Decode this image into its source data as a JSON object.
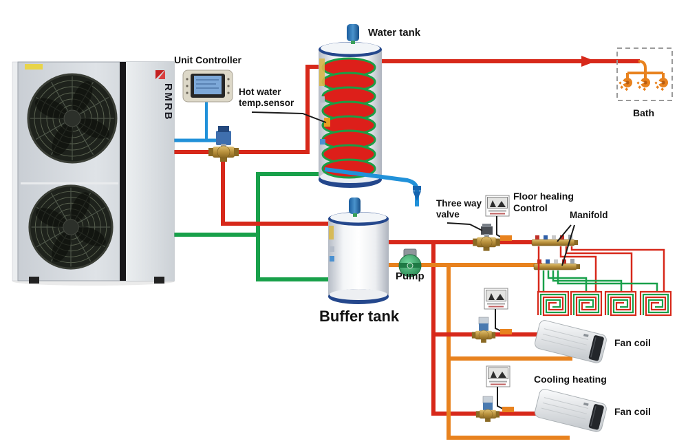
{
  "labels": {
    "unit_controller": "Unit Controller",
    "hot_water_sensor": {
      "line1": "Hot water",
      "line2": "temp.sensor"
    },
    "water_tank": "Water tank",
    "bath": "Bath",
    "three_way_valve": {
      "line1": "Three way",
      "line2": "valve"
    },
    "floor_heating_control": {
      "line1": "Floor healing",
      "line2": "Control"
    },
    "manifold": "Manifold",
    "buffer_tank": "Buffer tank",
    "pump": "Pump",
    "fan_coil_top": "Fan coil",
    "cooling_heating": "Cooling heating",
    "fan_coil_bottom": "Fan coil"
  },
  "components": {
    "heat_pump": {
      "brand": "RMRB"
    }
  },
  "colors": {
    "hot_pipe": "#d7281a",
    "cold_pipe": "#2191d9",
    "return_pipe": "#e8821e",
    "green_pipe": "#18a04a",
    "control_wire": "#1a1a1a",
    "brass": "#b8903c",
    "tank_rim": "#24478c"
  }
}
